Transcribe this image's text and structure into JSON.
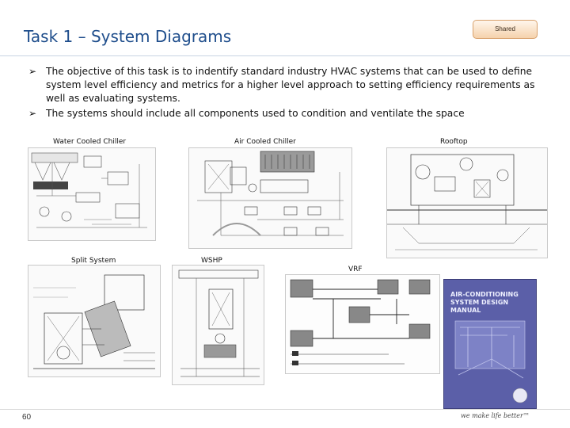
{
  "title": "Task 1 – System Diagrams",
  "badge": "Shared",
  "bullets": [
    "The objective of this task is to indentify standard industry HVAC  systems that can be used to define system level efficiency and metrics for a higher level approach to setting efficiency requirements as well as evaluating systems.",
    "The systems should include all components used to condition and ventilate the space"
  ],
  "diagrams": {
    "water_cooled_chiller": "Water Cooled Chiller",
    "air_cooled_chiller": "Air Cooled Chiller",
    "rooftop": "Rooftop",
    "split_system": "Split System",
    "wshp": "WSHP",
    "vrf": "VRF"
  },
  "book": {
    "title": "AIR-CONDITIONING SYSTEM DESIGN MANUAL"
  },
  "footer": {
    "slide_number": "60",
    "tagline": "we make life better™"
  },
  "colors": {
    "title": "#1f4e8c",
    "badge": "#f5d2ac",
    "book_cover": "#5b5fa8"
  }
}
